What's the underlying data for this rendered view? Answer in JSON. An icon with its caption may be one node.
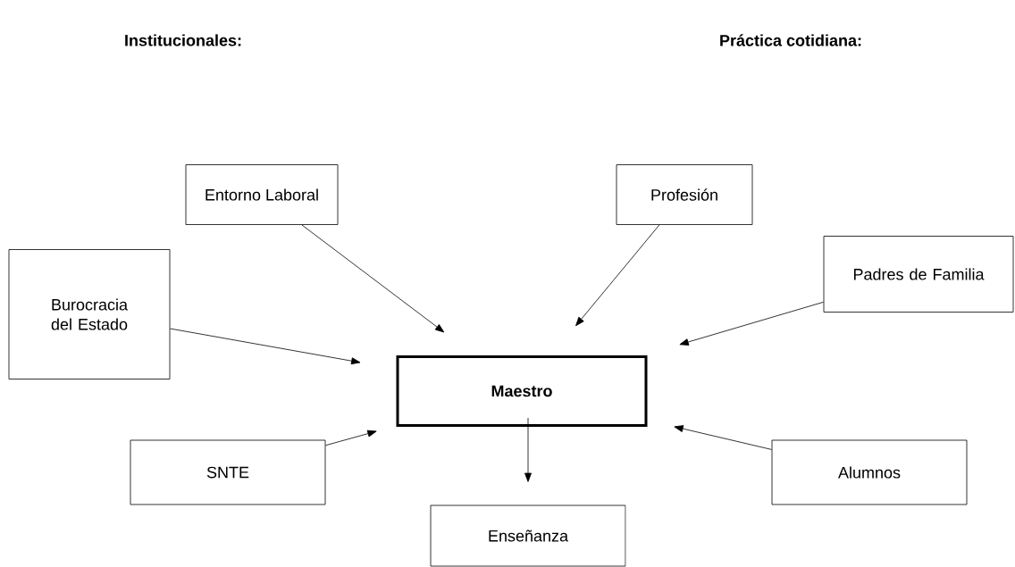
{
  "diagram": {
    "nodes": [
      {
        "text": [
          "Entorno Laboral"
        ]
      },
      {
        "text": [
          "Profesión"
        ]
      },
      {
        "text": [
          "Burocracia del Estado"
        ]
      },
      {
        "text": [
          "Padres de Familia"
        ]
      },
      {
        "text": [
          "Maestro"
        ]
      },
      {
        "text": [
          "SNTE"
        ]
      },
      {
        "text": [
          "Alumnos"
        ]
      },
      {
        "text": [
          "Enseñanza"
        ]
      }
    ],
    "edges": [
      {
        "from": 0,
        "to": 4,
        "arrow": "to"
      },
      {
        "from": 1,
        "to": 4,
        "arrow": "to"
      },
      {
        "from": 2,
        "to": 4,
        "arrow": "to"
      },
      {
        "from": 3,
        "to": 4,
        "arrow": "to"
      },
      {
        "from": 5,
        "to": 4,
        "arrow": "to"
      },
      {
        "from": 6,
        "to": 4,
        "arrow": "to"
      },
      {
        "from": 4,
        "to": 7,
        "arrow": "to"
      }
    ],
    "labels": [
      "Institucionales:",
      "Práctica cotidiana:"
    ]
  }
}
